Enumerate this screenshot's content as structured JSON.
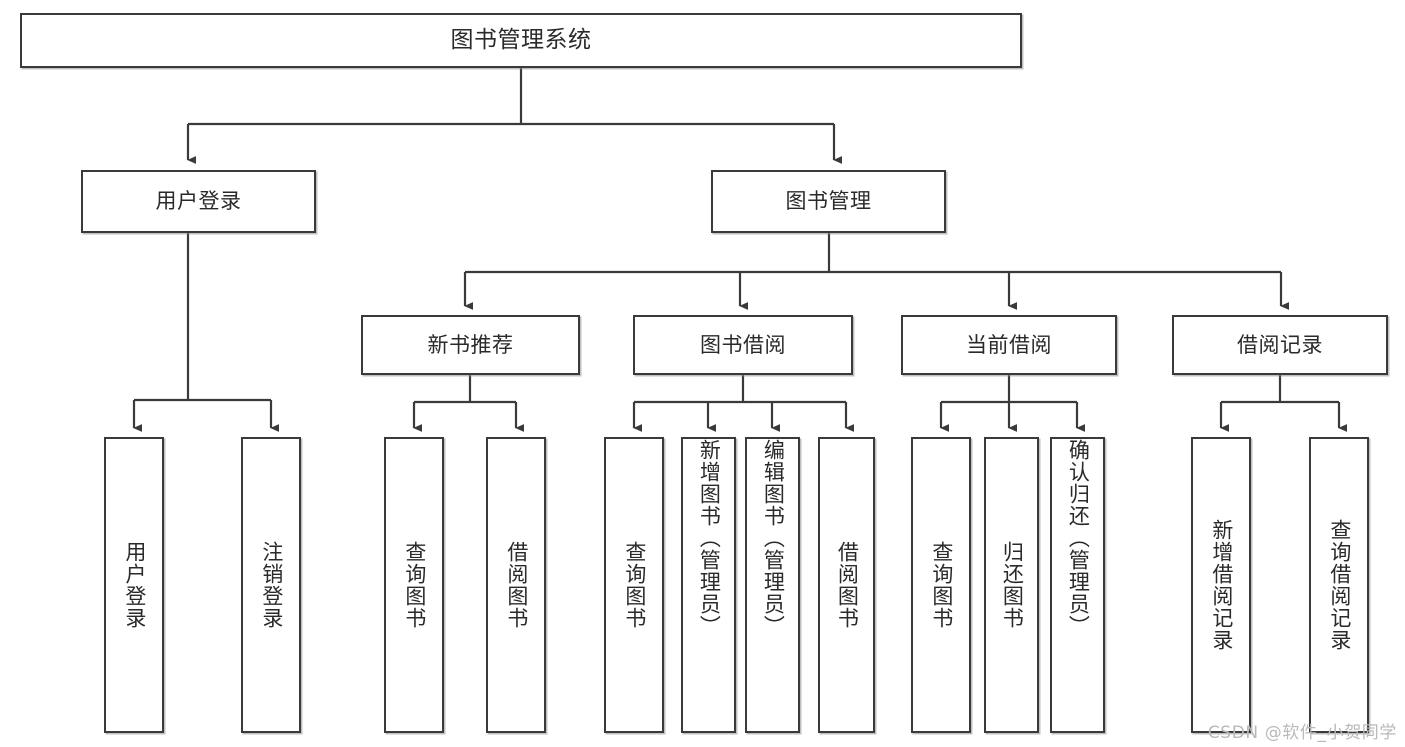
{
  "diagram": {
    "type": "tree",
    "title": "图书管理系统",
    "watermark": "CSDN @软件_小贺同学",
    "colors": {
      "stroke": "#3a3a3a",
      "fill": "#ffffff",
      "text": "#2a2a2a",
      "watermark": "#b9b9b9"
    },
    "nodes": {
      "root": {
        "label": "图书管理系统"
      },
      "level2": [
        {
          "label": "用户登录"
        },
        {
          "label": "图书管理"
        }
      ],
      "level3": [
        {
          "label": "新书推荐"
        },
        {
          "label": "图书借阅"
        },
        {
          "label": "当前借阅"
        },
        {
          "label": "借阅记录"
        }
      ],
      "leaves": {
        "user_login": [
          {
            "label": "用户登录"
          },
          {
            "label": "注销登录"
          }
        ],
        "new_book_recommend": [
          {
            "label": "查询图书"
          },
          {
            "label": "借阅图书"
          }
        ],
        "book_borrow": [
          {
            "label": "查询图书"
          },
          {
            "label": "新增图书（管理员）"
          },
          {
            "label": "编辑图书（管理员）"
          },
          {
            "label": "借阅图书"
          }
        ],
        "current_borrow": [
          {
            "label": "查询图书"
          },
          {
            "label": "归还图书"
          },
          {
            "label": "确认归还（管理员）"
          }
        ],
        "borrow_record": [
          {
            "label": "新增借阅记录"
          },
          {
            "label": "查询借阅记录"
          }
        ]
      }
    }
  }
}
